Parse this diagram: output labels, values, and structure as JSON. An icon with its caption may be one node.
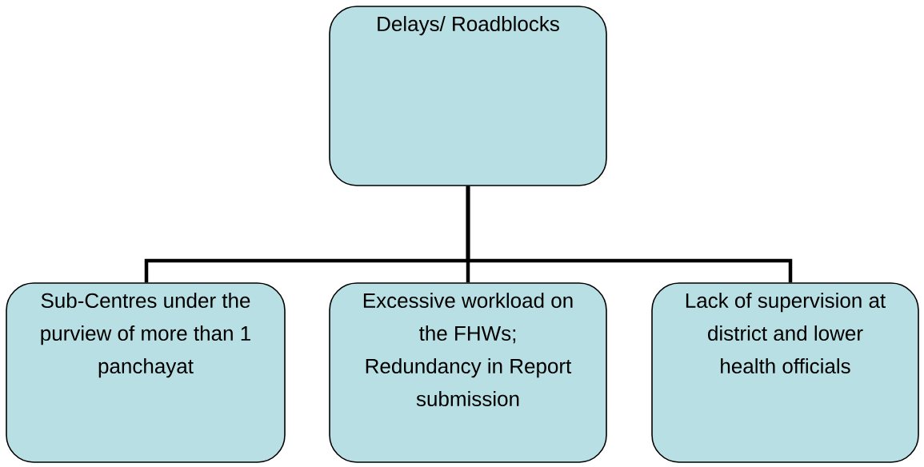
{
  "diagram": {
    "nodes": [
      {
        "text": [
          "Delays/ Roadblocks"
        ]
      },
      {
        "text": [
          "Sub-Centres under the purview of more than 1 panchayat"
        ]
      },
      {
        "text": [
          "Excessive workload on the FHWs; Redundancy in Report submission"
        ]
      },
      {
        "text": [
          "Lack of supervision at district and lower health officials"
        ]
      }
    ],
    "edges": [
      {
        "from": 0,
        "to": 1,
        "arrow": "none"
      },
      {
        "from": 0,
        "to": 2,
        "arrow": "none"
      },
      {
        "from": 0,
        "to": 3,
        "arrow": "none"
      }
    ]
  }
}
